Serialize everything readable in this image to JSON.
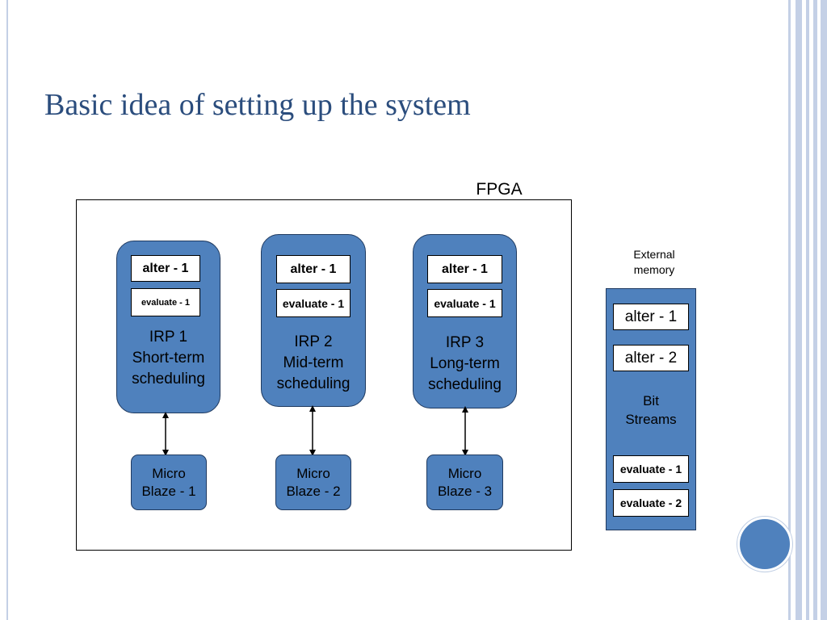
{
  "slide": {
    "title": "Basic idea of setting up the system",
    "fpga_label": "FPGA",
    "external_memory_label": [
      "External",
      "memory"
    ]
  },
  "irps": [
    {
      "alter": "alter - 1",
      "evaluate": "evaluate - 1",
      "lines": [
        "IRP 1",
        "Short-term",
        "scheduling"
      ],
      "microblaze": [
        "Micro",
        "Blaze - 1"
      ]
    },
    {
      "alter": "alter - 1",
      "evaluate": "evaluate - 1",
      "lines": [
        "IRP 2",
        "Mid-term",
        "scheduling"
      ],
      "microblaze": [
        "Micro",
        "Blaze - 2"
      ]
    },
    {
      "alter": "alter - 1",
      "evaluate": "evaluate - 1",
      "lines": [
        "IRP 3",
        "Long-term",
        "scheduling"
      ],
      "microblaze": [
        "Micro",
        "Blaze - 3"
      ]
    }
  ],
  "external_memory": {
    "alter_items": [
      "alter - 1",
      "alter - 2"
    ],
    "bit_streams": [
      "Bit",
      "Streams"
    ],
    "evaluate_items": [
      "evaluate - 1",
      "evaluate - 2"
    ]
  },
  "colors": {
    "block_fill": "#4f81bd",
    "title_color": "#2b4d7d",
    "stripe_color": "#c4d0e6"
  }
}
